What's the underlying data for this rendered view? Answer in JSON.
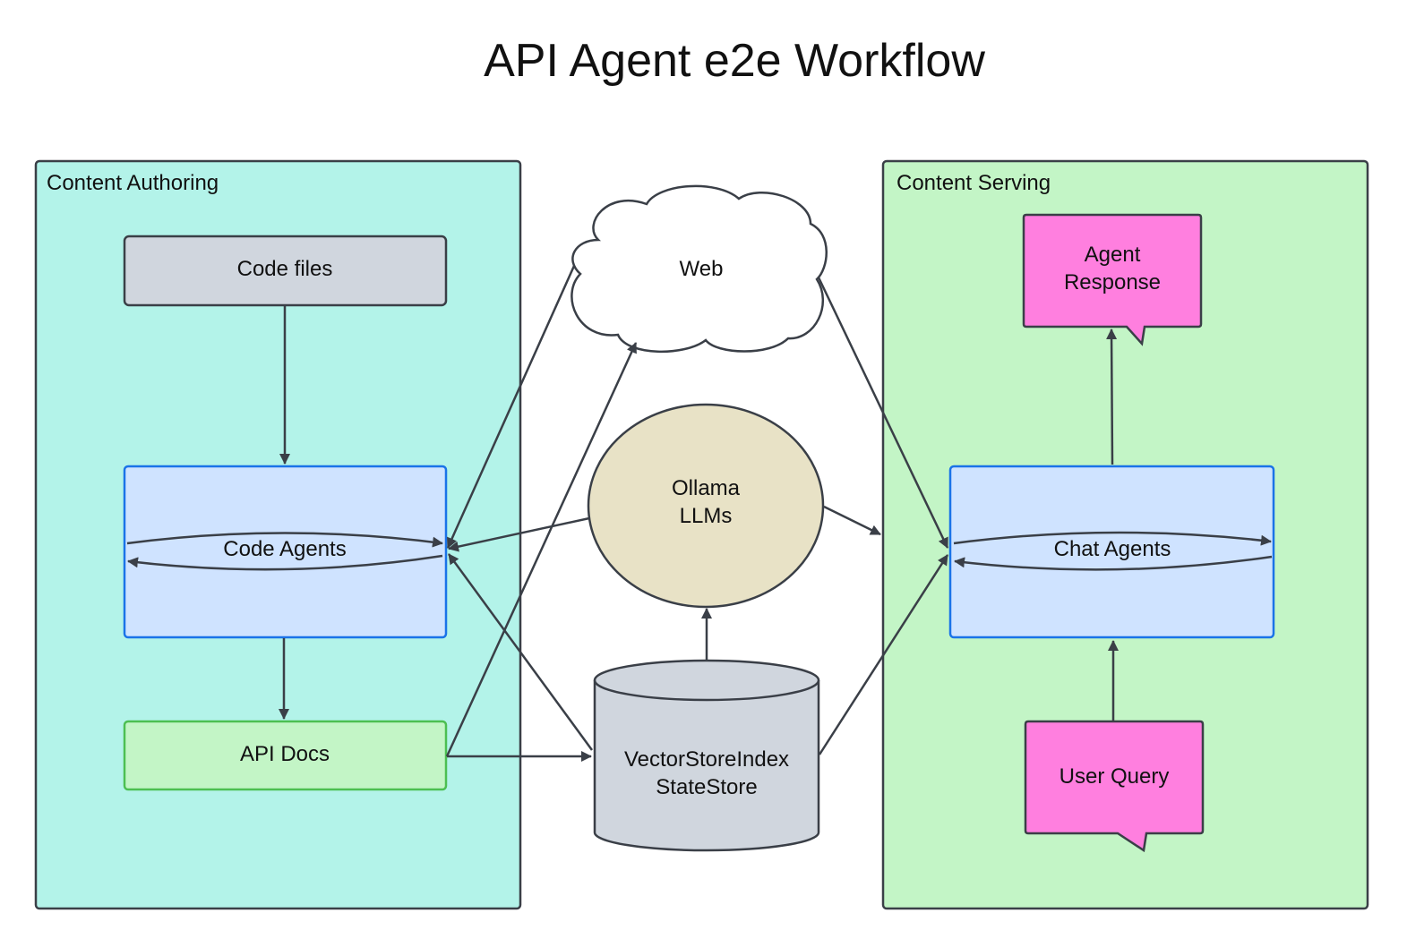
{
  "title": "API Agent e2e Workflow",
  "colors": {
    "authoring_bg": "#b3f3e9",
    "serving_bg": "#c3f5c6",
    "code_files": "#d0d6de",
    "agent_box": "#cfe3ff",
    "agent_border": "#1a73e8",
    "api_docs": "#c3f5c6",
    "api_docs_border": "#4cbf52",
    "llm": "#e8e2c6",
    "store": "#d0d6de",
    "callout": "#ff7fdf",
    "stroke": "#3a3f47"
  },
  "containers": {
    "authoring": "Content Authoring",
    "serving": "Content Serving"
  },
  "nodes": {
    "code_files": "Code files",
    "code_agents": "Code Agents",
    "api_docs": "API Docs",
    "web": "Web",
    "llm_line1": "Ollama",
    "llm_line2": "LLMs",
    "store_line1": "VectorStoreIndex",
    "store_line2": "StateStore",
    "agent_response_line1": "Agent",
    "agent_response_line2": "Response",
    "chat_agents": "Chat Agents",
    "user_query": "User Query"
  }
}
